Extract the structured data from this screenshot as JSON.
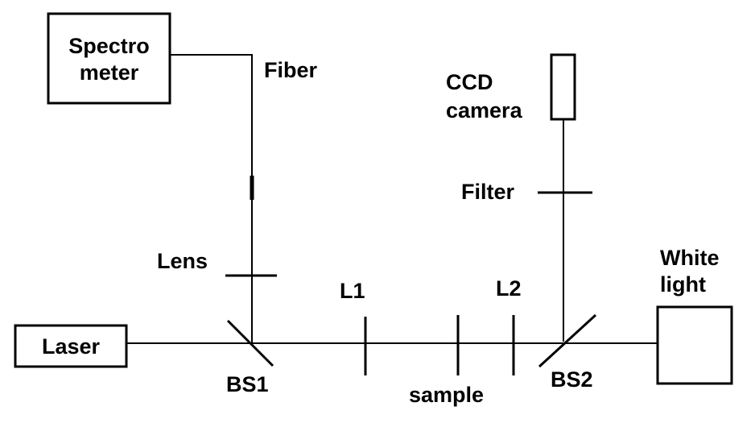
{
  "components": {
    "spectrometer": {
      "line1": "Spectro",
      "line2": "meter"
    },
    "fiber": "Fiber",
    "ccd_camera": {
      "line1": "CCD",
      "line2": "camera"
    },
    "filter": "Filter",
    "lens": "Lens",
    "l1": "L1",
    "l2": "L2",
    "white_light": {
      "line1": "White",
      "line2": "light"
    },
    "laser": "Laser",
    "bs1": "BS1",
    "sample": "sample",
    "bs2": "BS2"
  },
  "colors": {
    "line": "#000000",
    "background": "#ffffff"
  }
}
